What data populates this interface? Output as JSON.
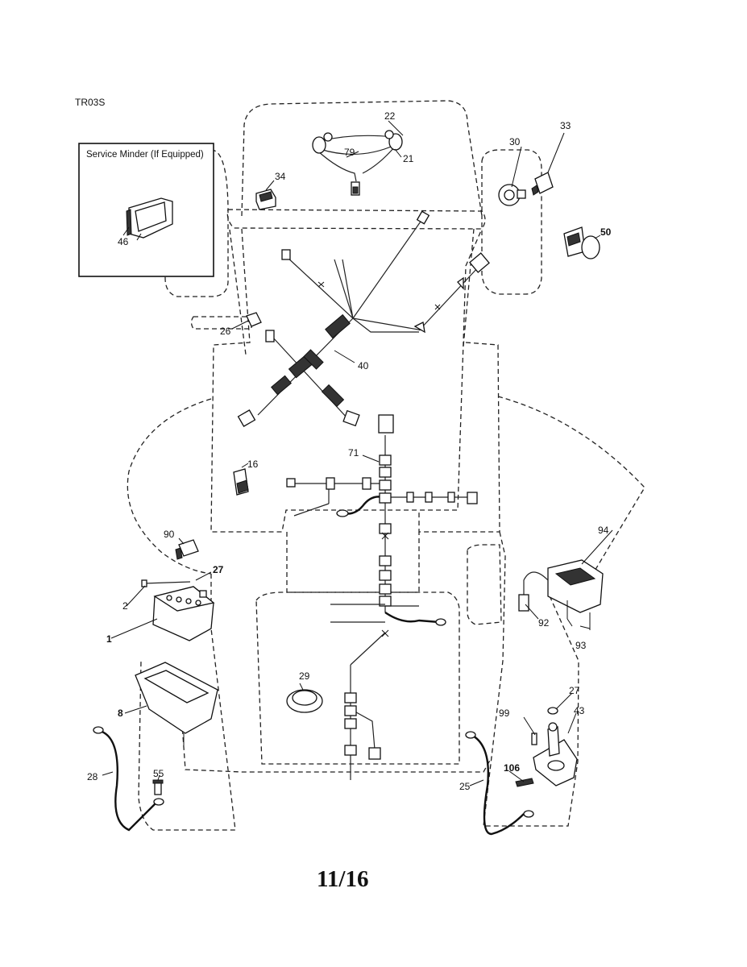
{
  "diagram_code": "TR03S",
  "page_number": "11/16",
  "service_box": {
    "title": "Service Minder (If Equipped)"
  },
  "callouts": {
    "c1": "1",
    "c2": "2",
    "c8": "8",
    "c16": "16",
    "c21": "21",
    "c22": "22",
    "c25": "25",
    "c26": "26",
    "c27a": "27",
    "c27b": "27",
    "c28": "28",
    "c29": "29",
    "c30": "30",
    "c33": "33",
    "c34": "34",
    "c40": "40",
    "c43": "43",
    "c46": "46",
    "c50": "50",
    "c55": "55",
    "c71": "71",
    "c79": "79",
    "c90": "90",
    "c92": "92",
    "c93": "93",
    "c94": "94",
    "c99": "99",
    "c106": "106"
  }
}
